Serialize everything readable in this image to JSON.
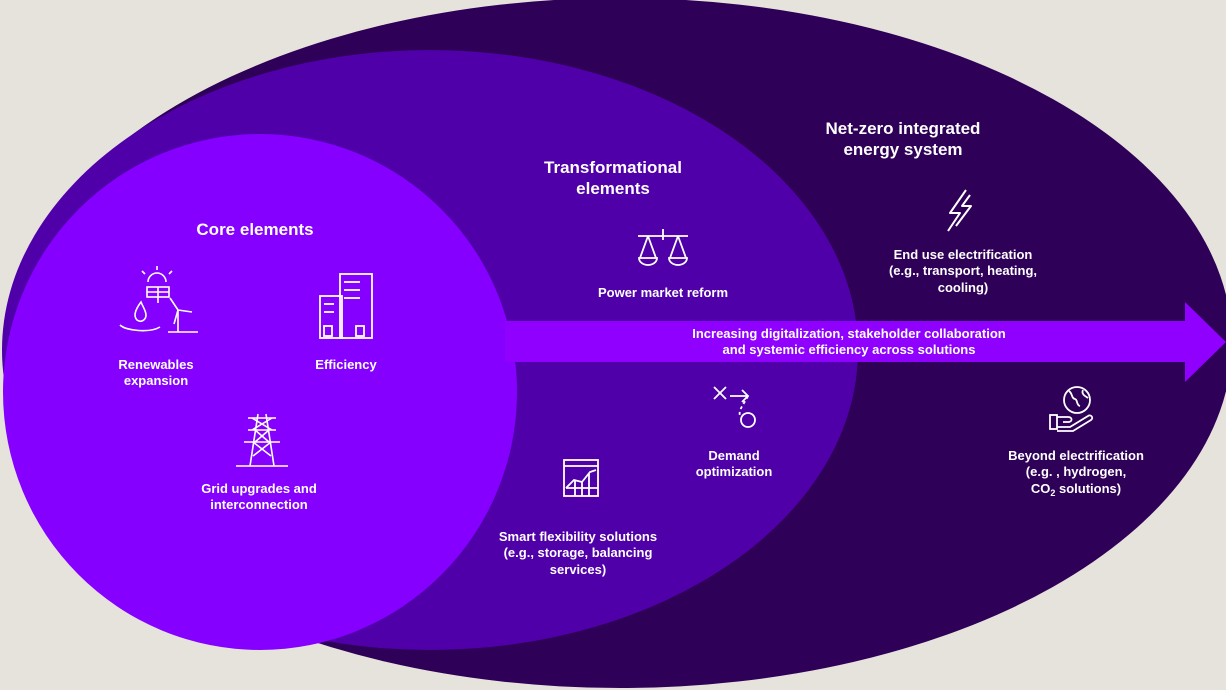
{
  "outer": {
    "title_lines": [
      "Net-zero integrated",
      "energy system"
    ],
    "end_use": {
      "lines": [
        "End use electrification",
        "(e.g., transport, heating,",
        "cooling)"
      ],
      "icon": "lightning-icon"
    },
    "beyond": {
      "lines": [
        "Beyond electrification",
        "(e.g. , hydrogen,"
      ],
      "line3_prefix": "CO",
      "line3_sub": "2",
      "line3_suffix": " solutions)",
      "icon": "globe-hand-icon"
    }
  },
  "middle": {
    "title_lines": [
      "Transformational",
      "elements"
    ],
    "market": {
      "label": "Power market reform",
      "icon": "scales-icon"
    },
    "demand": {
      "lines": [
        "Demand",
        "optimization"
      ],
      "icon": "strategy-arrow-icon"
    },
    "flex": {
      "lines": [
        "Smart flexibility solutions",
        "(e.g., storage, balancing",
        "services)"
      ],
      "icon": "chart-grid-icon"
    }
  },
  "core": {
    "title": "Core elements",
    "renewables": {
      "lines": [
        "Renewables",
        "expansion"
      ],
      "icon": "renewables-icon"
    },
    "efficiency": {
      "label": "Efficiency",
      "icon": "building-icon"
    },
    "grid": {
      "lines": [
        "Grid upgrades and",
        "interconnection"
      ],
      "icon": "pylon-icon"
    }
  },
  "arrow": {
    "lines": [
      "Increasing digitalization, stakeholder collaboration",
      "and systemic efficiency across solutions"
    ]
  },
  "colors": {
    "background": "#e6e3dc",
    "outer": "#2e0057",
    "middle": "#5000a8",
    "core": "#8500ff",
    "arrow": "#8f00ff",
    "icon": "#ffffff"
  }
}
